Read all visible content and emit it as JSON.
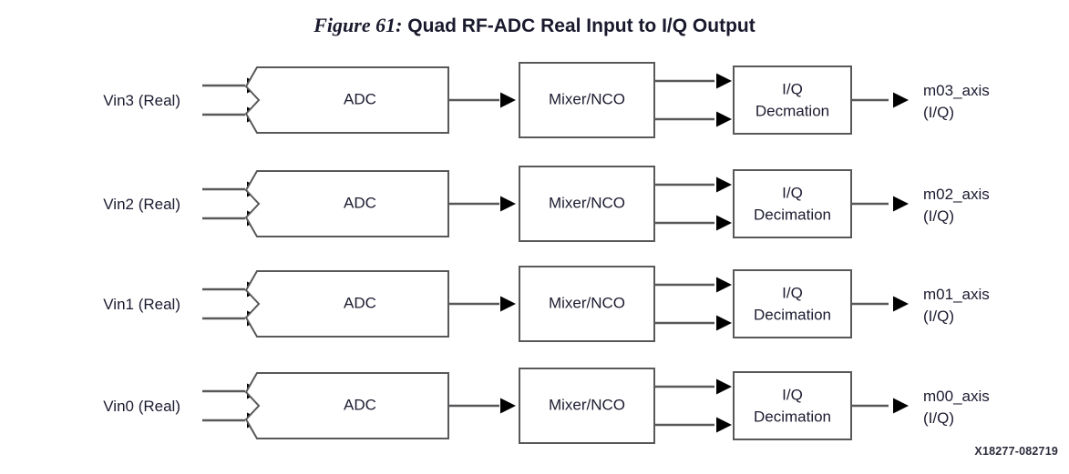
{
  "figure": {
    "number_label": "Figure 61:",
    "title": "Quad RF-ADC Real Input to I/Q Output",
    "footer_code": "X18277-082719",
    "background_color": "#ffffff",
    "line_color": "#58585a",
    "text_color": "#1b1b30",
    "arrow_color": "#000000"
  },
  "diagram": {
    "type": "block-diagram",
    "description": "Four identical parallel signal chains: real analog input into ADC, then Mixer/NCO, then I/Q Decimation, producing an I/Q AXI-Stream output.",
    "stage_names": [
      "ADC",
      "Mixer/NCO",
      "I/Q Decimation"
    ],
    "rows": [
      {
        "input_label": "Vin3 (Real)",
        "adc_label": "ADC",
        "mixer_label": "Mixer/NCO",
        "decim_label_line1": "I/Q",
        "decim_label_line2": "Decmation",
        "output_label_line1": "m03_axis",
        "output_label_line2": "(I/Q)",
        "input_wire_count": 2,
        "mixer_to_decim_wire_count": 2
      },
      {
        "input_label": "Vin2 (Real)",
        "adc_label": "ADC",
        "mixer_label": "Mixer/NCO",
        "decim_label_line1": "I/Q",
        "decim_label_line2": "Decimation",
        "output_label_line1": "m02_axis",
        "output_label_line2": "(I/Q)",
        "input_wire_count": 2,
        "mixer_to_decim_wire_count": 2
      },
      {
        "input_label": "Vin1 (Real)",
        "adc_label": "ADC",
        "mixer_label": "Mixer/NCO",
        "decim_label_line1": "I/Q",
        "decim_label_line2": "Decimation",
        "output_label_line1": "m01_axis",
        "output_label_line2": "(I/Q)",
        "input_wire_count": 2,
        "mixer_to_decim_wire_count": 2
      },
      {
        "input_label": "Vin0 (Real)",
        "adc_label": "ADC",
        "mixer_label": "Mixer/NCO",
        "decim_label_line1": "I/Q",
        "decim_label_line2": "Decimation",
        "output_label_line1": "m00_axis",
        "output_label_line2": "(I/Q)",
        "input_wire_count": 2,
        "mixer_to_decim_wire_count": 2
      }
    ]
  }
}
